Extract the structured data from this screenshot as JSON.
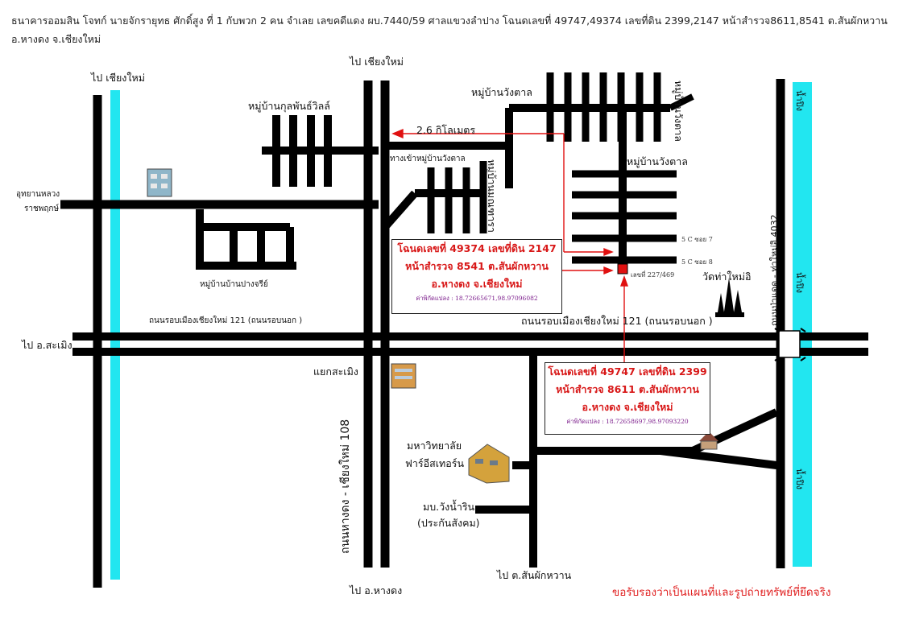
{
  "header": {
    "text": "ธนาคารออมสิน โจทก์ นายจักรายุทธ ศักดิ์สูง ที่ 1 กับพวก 2 คน จำเลย เลขคดีแดง ผบ.7440/59 ศาลแขวงลำปาง โฉนดเลขที่ 49747,49374 เลขที่ดิน 2399,2147 หน้าสำรวจ8611,8541 ต.สันผักหวาน อ.หางดง จ.เชียงใหม่"
  },
  "labels": {
    "to_chiangmai_left": "ไป เชียงใหม่",
    "to_chiangmai_mid": "ไป เชียงใหม่",
    "kunlaphan": "หมู่บ้านกุลพันธ์วิลล์",
    "wangtan_top": "หมู่บ้านวังตาล",
    "wangtan_vert": "หมู่บ้านวังตาล",
    "wangtan_right": "หมู่บ้านวังตาล",
    "distance": "2.6 กิโลเมตร",
    "entrance": "ทางเข้าหมู่บ้านวังตาล",
    "moo_vert": "หมู่บ้านมณฑารา",
    "park_1": "อุทยานหลวง",
    "park_2": "ราชพฤกษ์",
    "pangcharee": "หมู่บ้านบ้านปางจรีย์",
    "soi7": "5 C ซอย 7",
    "soi8": "5 C ซอย 8",
    "house_no": "เลขที่ 227/469",
    "wat": "วัดท่าใหม่อิ",
    "ring_left": "ถนนรอบเมืองเชียงใหม่ 121 (ถนนรอบนอก )",
    "ring_right": "ถนนรอบเมืองเชียงใหม่ 121 (ถนนรอบนอก )",
    "to_samoeng": "ไป อ.สะเมิง",
    "yaek_samoeng": "แยกสะเมิง",
    "road108": "ถนนหางดง - เชียงใหม่ 108",
    "road4032": "ถนนป่าแดด - ท่าใหม่อิ 4032",
    "river_top": "น้ำปิง",
    "river_mid": "น้ำปิง",
    "river_bot": "น้ำปิง",
    "univ_1": "มหาวิทยาลัย",
    "univ_2": "ฟาร์อีสเทอร์น",
    "mb_1": "มบ.วังน้ำริน",
    "mb_2": "(ประกันสังคม)",
    "to_hangdong": "ไป อ.หางดง",
    "to_sanphak": "ไป ต.สันผักหวาน"
  },
  "box1": {
    "line1": "โฉนดเลขที่ 49374 เลขที่ดิน 2147",
    "line2": "หน้าสำรวจ 8541 ต.สันผักหวาน",
    "line3": "อ.หางดง จ.เชียงใหม่",
    "coord": "ค่าพิกัดแปลง : 18.72665671,98.97096082"
  },
  "box2": {
    "line1": "โฉนดเลขที่ 49747 เลขที่ดิน 2399",
    "line2": "หน้าสำรวจ 8611 ต.สันผักหวาน",
    "line3": "อ.หางดง จ.เชียงใหม่",
    "coord": "ค่าพิกัดแปลง : 18.72658697,98.97093220"
  },
  "footer": {
    "text": "ขอรับรองว่าเป็นแผนที่และรูปถ่ายทรัพย์ที่ยึดจริง"
  },
  "colors": {
    "road": "#000000",
    "river": "#22e6f0",
    "arrow": "#e01010",
    "marker": "#e01010",
    "box_text": "#d81818"
  }
}
